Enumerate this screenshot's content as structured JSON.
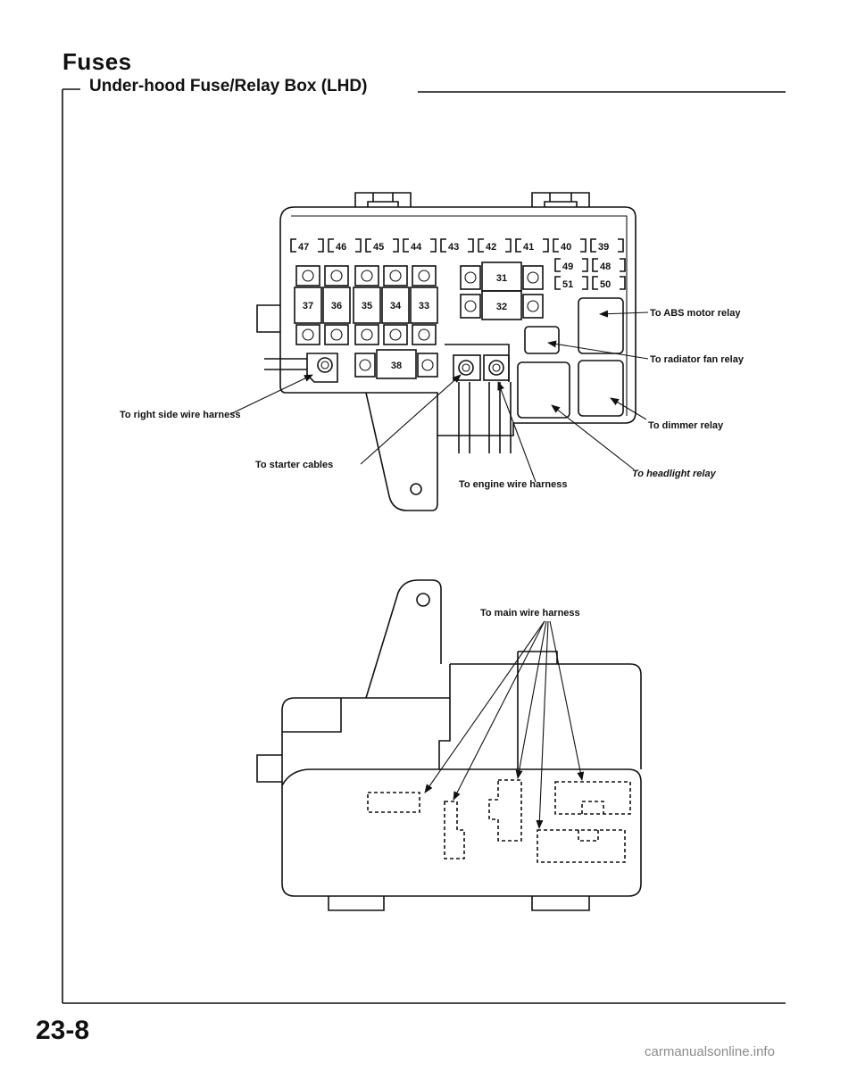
{
  "title": "Fuses",
  "subtitle": "Under-hood Fuse/Relay Box (LHD)",
  "page_number": "23-8",
  "watermark": "carmanualsonline.info",
  "fuse_row_top": [
    "47",
    "46",
    "45",
    "44",
    "43",
    "42",
    "41",
    "40",
    "39"
  ],
  "fuse_row_right_1": [
    "49",
    "48"
  ],
  "fuse_row_right_2": [
    "51",
    "50"
  ],
  "fuses_vertical": [
    "37",
    "36",
    "35",
    "34",
    "33"
  ],
  "fuses_horizontal": [
    "31",
    "32",
    "38"
  ],
  "labels": {
    "abs_motor_relay": "To ABS motor relay",
    "radiator_fan_relay": "To radiator fan relay",
    "dimmer_relay": "To dimmer relay",
    "headlight_relay": "To headlight relay",
    "right_side_harness": "To right side wire harness",
    "starter_cables": "To starter cables",
    "engine_harness": "To engine wire harness",
    "main_harness": "To main wire harness"
  }
}
